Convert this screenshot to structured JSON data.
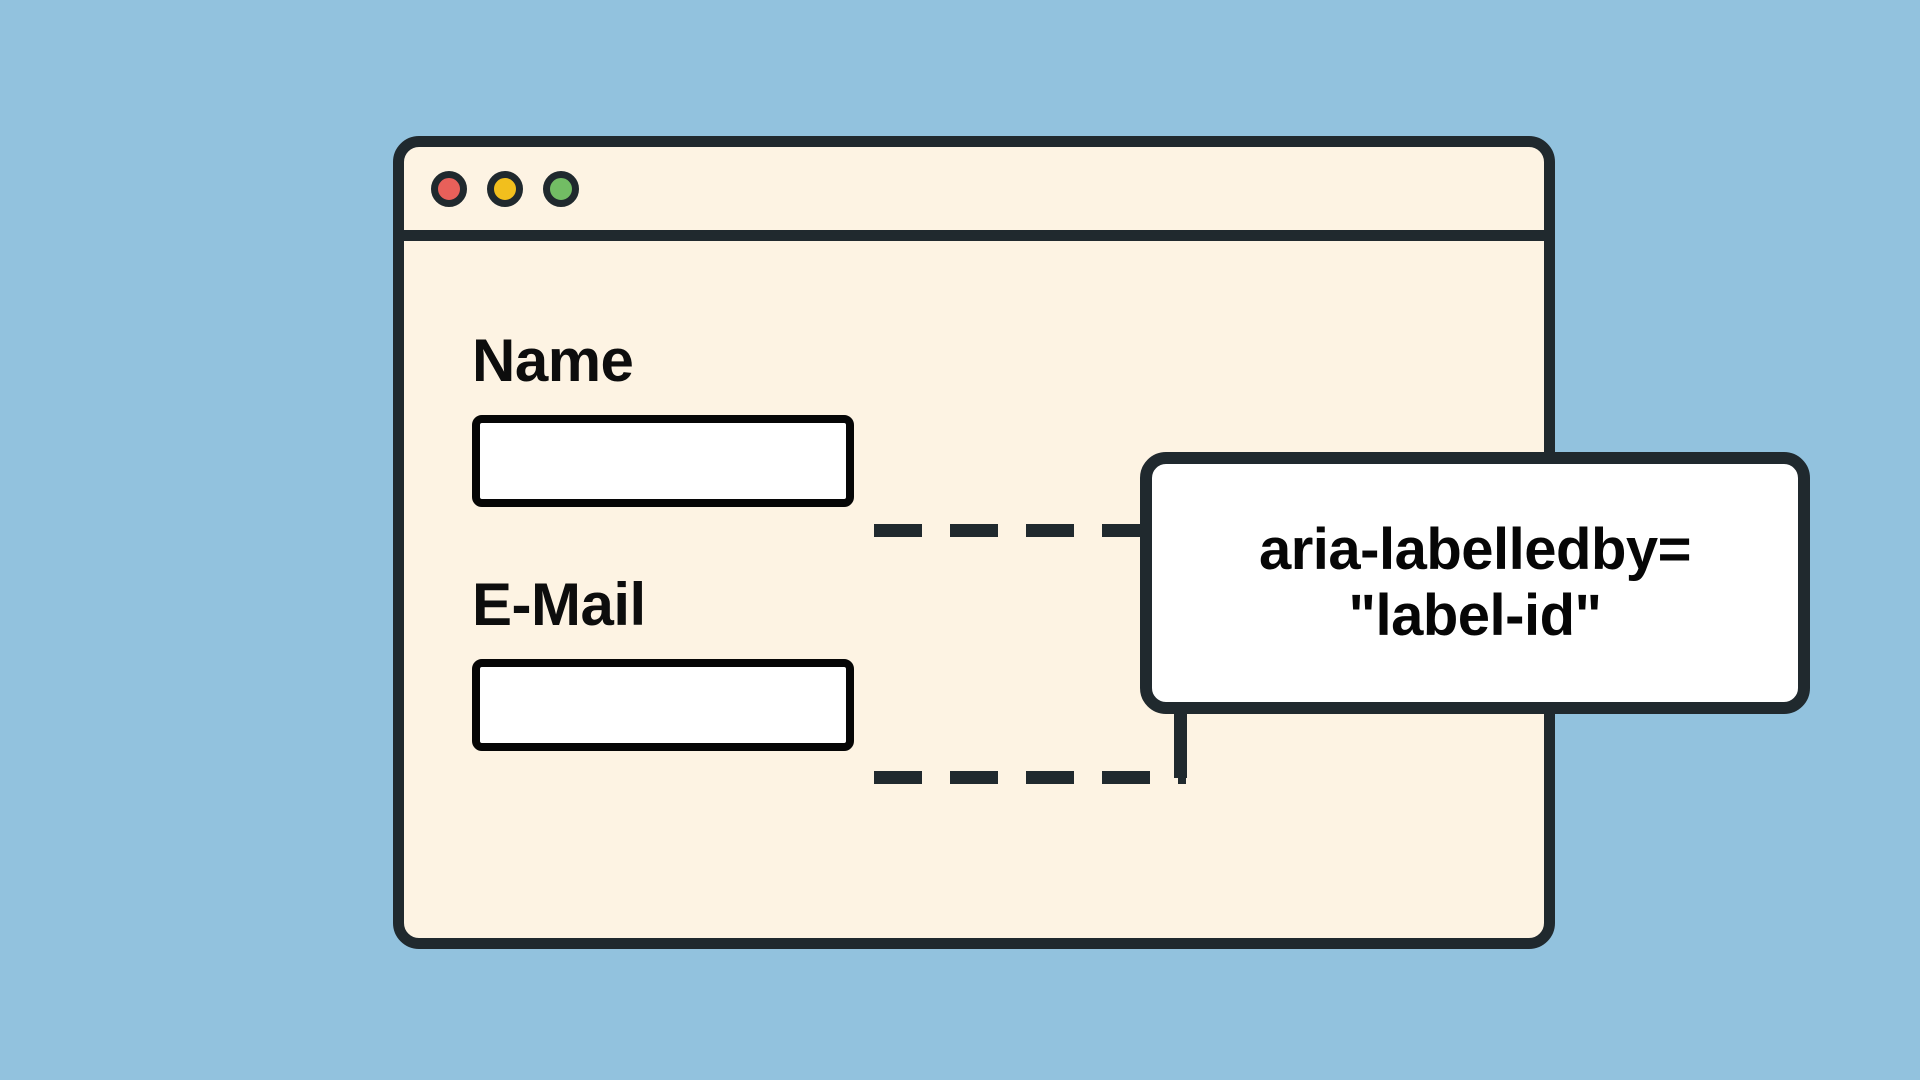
{
  "theme": {
    "page_background": "#92c2de",
    "window_surface": "#fdf3e3",
    "window_border": "#20292e",
    "input_surface": "#ffffff",
    "input_border": "#060606",
    "callout_surface": "#ffffff",
    "callout_border": "#20292e",
    "text_color": "#0d0d0d",
    "dot_red": "#e8605a",
    "dot_yellow": "#f2bf1d",
    "dot_green": "#72bd64"
  },
  "window": {
    "titlebar": {
      "buttons": [
        {
          "name": "close",
          "icon": "close-dot-icon",
          "color": "#e8605a"
        },
        {
          "name": "minimize",
          "icon": "minimize-dot-icon",
          "color": "#f2bf1d"
        },
        {
          "name": "maximize",
          "icon": "maximize-dot-icon",
          "color": "#72bd64"
        }
      ]
    },
    "form": {
      "fields": [
        {
          "label": "Name",
          "value": "",
          "placeholder": ""
        },
        {
          "label": "E-Mail",
          "value": "",
          "placeholder": ""
        }
      ]
    }
  },
  "callout": {
    "line1": "aria-labelledby=",
    "line2": "\"label-id\""
  },
  "connectors": [
    {
      "name": "name-to-callout",
      "style": "dashed"
    },
    {
      "name": "email-to-callout",
      "style": "dashed"
    }
  ]
}
